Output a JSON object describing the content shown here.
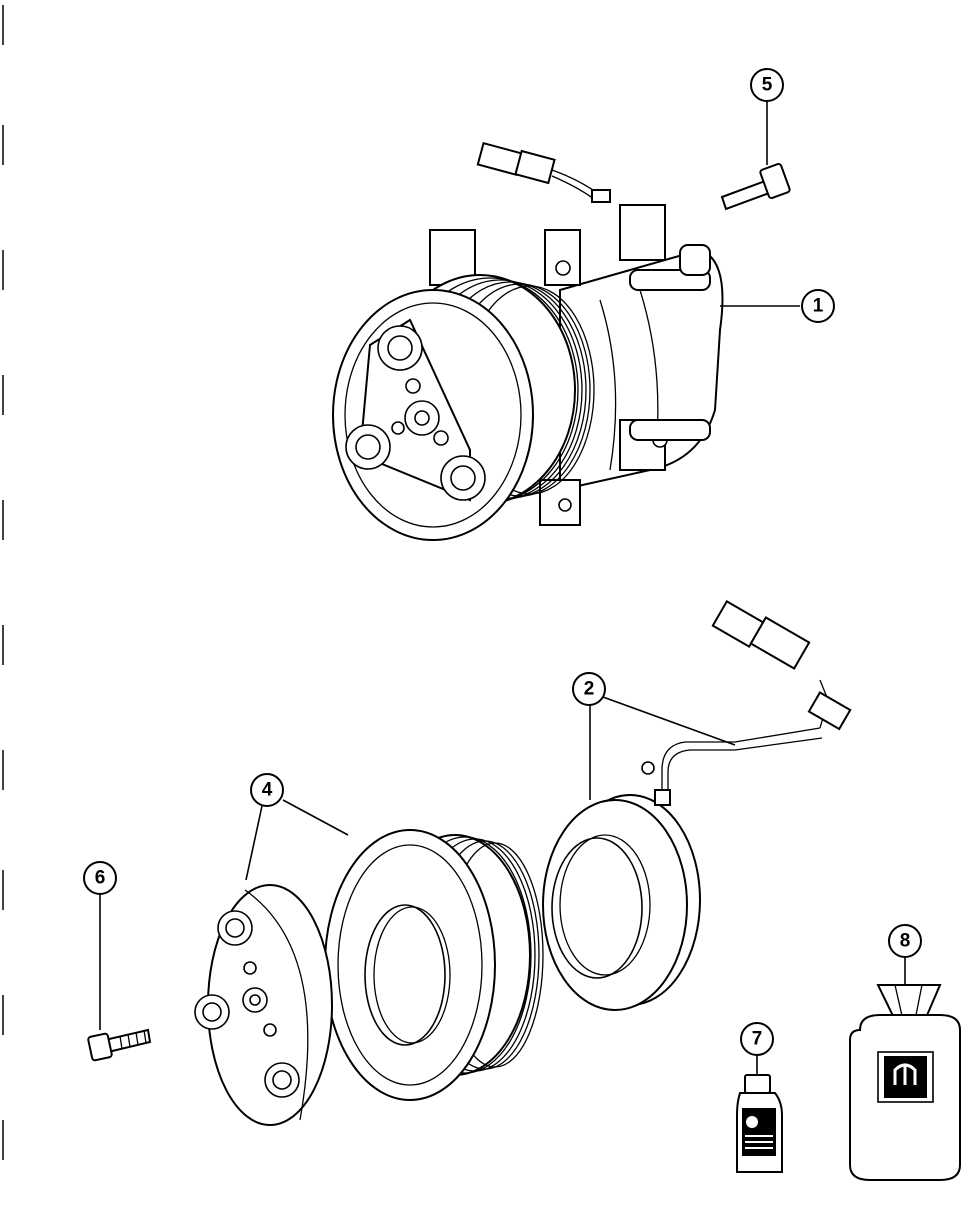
{
  "diagram": {
    "callouts": [
      {
        "id": "c1",
        "label": "1"
      },
      {
        "id": "c2",
        "label": "2"
      },
      {
        "id": "c4",
        "label": "4"
      },
      {
        "id": "c5",
        "label": "5"
      },
      {
        "id": "c6",
        "label": "6"
      },
      {
        "id": "c7",
        "label": "7"
      },
      {
        "id": "c8",
        "label": "8"
      }
    ]
  }
}
